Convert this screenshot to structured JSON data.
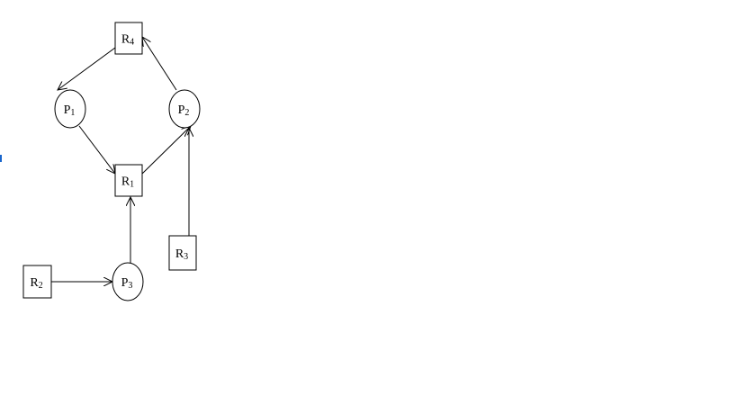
{
  "diagram": {
    "nodes": [
      {
        "id": "R4",
        "kind": "resource",
        "letter": "R",
        "sub": "4"
      },
      {
        "id": "P1",
        "kind": "process",
        "letter": "P",
        "sub": "1"
      },
      {
        "id": "P2",
        "kind": "process",
        "letter": "P",
        "sub": "2"
      },
      {
        "id": "R1",
        "kind": "resource",
        "letter": "R",
        "sub": "1"
      },
      {
        "id": "R3",
        "kind": "resource",
        "letter": "R",
        "sub": "3"
      },
      {
        "id": "R2",
        "kind": "resource",
        "letter": "R",
        "sub": "2"
      },
      {
        "id": "P3",
        "kind": "process",
        "letter": "P",
        "sub": "3"
      }
    ],
    "edges": [
      {
        "from": "R4",
        "to": "P1"
      },
      {
        "from": "P1",
        "to": "R1"
      },
      {
        "from": "R1",
        "to": "P2"
      },
      {
        "from": "P2",
        "to": "R4"
      },
      {
        "from": "R3",
        "to": "P2"
      },
      {
        "from": "P3",
        "to": "R1"
      },
      {
        "from": "R2",
        "to": "P3"
      }
    ]
  }
}
